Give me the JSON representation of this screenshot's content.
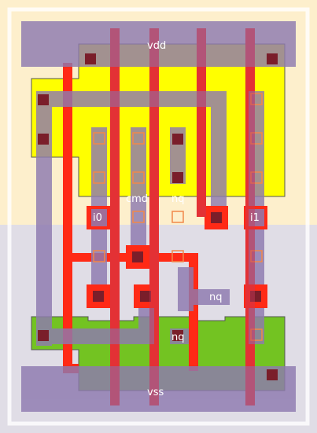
{
  "labels": {
    "vdd": "vdd",
    "vss": "vss",
    "i0": "i0",
    "i1": "i1",
    "cmd": "cmd",
    "nq_top": "nq",
    "nq_mid": "nq",
    "nq_low": "nq"
  },
  "colors": {
    "nwell": "#fdefcc",
    "pwell": "#e0dde6",
    "outline": "#ffffff",
    "pdiff": "#ffff00",
    "ndiff": "#73c322",
    "poly": "#ff2a16",
    "metal1": "#8e7ab0",
    "metal2": "#c43a5a",
    "contact": "#7a1e2a",
    "via": "#f2884a"
  }
}
